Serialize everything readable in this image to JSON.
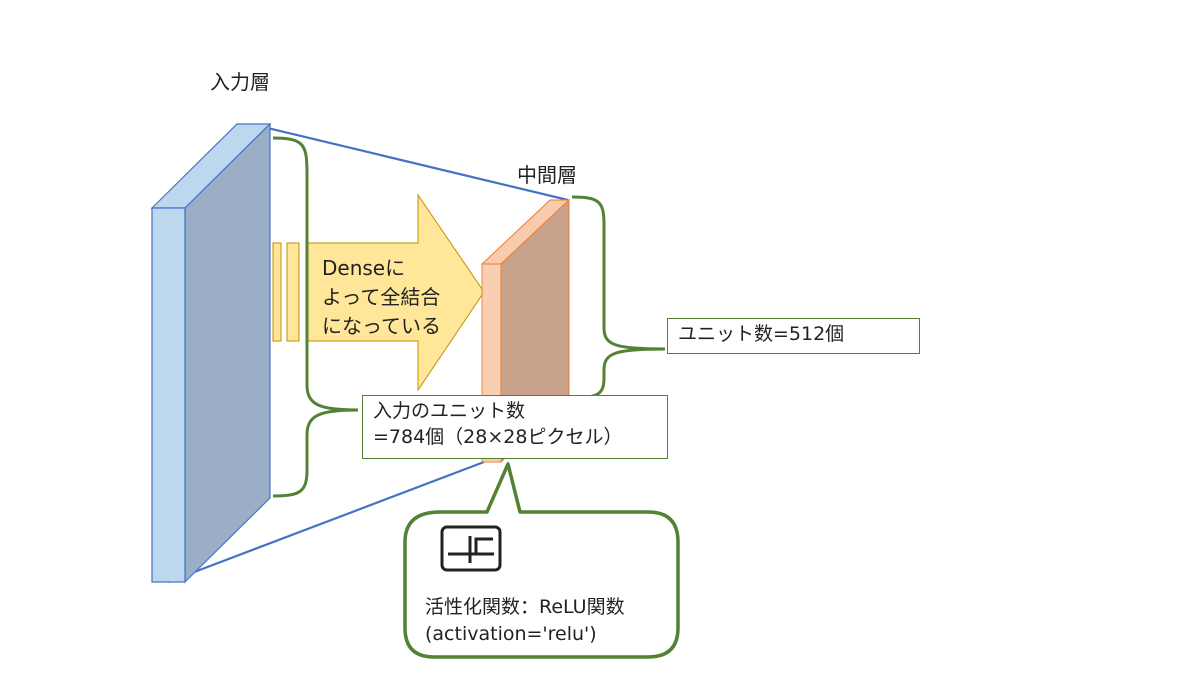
{
  "labels": {
    "input_layer": "入力層",
    "hidden_layer": "中間層"
  },
  "arrow": {
    "lines": [
      "Denseに",
      "よって全結合",
      "になっている"
    ]
  },
  "units": {
    "hidden_units": "ユニット数=512個",
    "input_units_line1": "入力のユニット数",
    "input_units_line2": "=784個（28×28ピクセル）"
  },
  "activation": {
    "icon": "relu-graph-icon",
    "line1": "活性化関数：ReLU関数",
    "line2": "(activation='relu')"
  },
  "colors": {
    "input_front": "#bdd7ee",
    "input_side": "#9aafc6",
    "hidden_front": "#f8cbad",
    "hidden_side": "#c9a28c",
    "arrow_fill": "#ffe699",
    "connector_line": "#4472c4",
    "brace_green": "#548235"
  }
}
